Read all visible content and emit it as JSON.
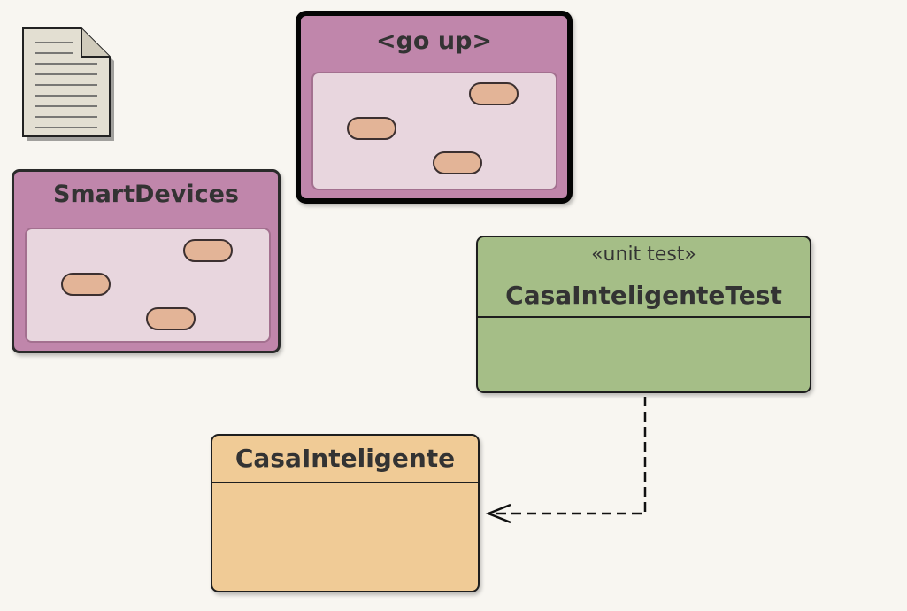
{
  "diagram": {
    "packages": [
      {
        "id": "smartdevices",
        "title": "SmartDevices"
      },
      {
        "id": "goup",
        "title": "<go up>"
      }
    ],
    "classes": [
      {
        "id": "test",
        "stereotype": "«unit test»",
        "title": "CasaInteligenteTest"
      },
      {
        "id": "casa",
        "title": "CasaInteligente"
      }
    ],
    "edges": [
      {
        "from": "CasaInteligenteTest",
        "to": "CasaInteligente",
        "style": "dashed",
        "arrow": "open"
      }
    ]
  },
  "colors": {
    "background": "#f8f6f1",
    "package": "#c086ab",
    "package_inner": "#e8d6de",
    "pill": "#e3b497",
    "test_class": "#a5be87",
    "class": "#f0cb96"
  },
  "icons": {
    "document": "document-icon",
    "package_glyph": "package-icon"
  }
}
